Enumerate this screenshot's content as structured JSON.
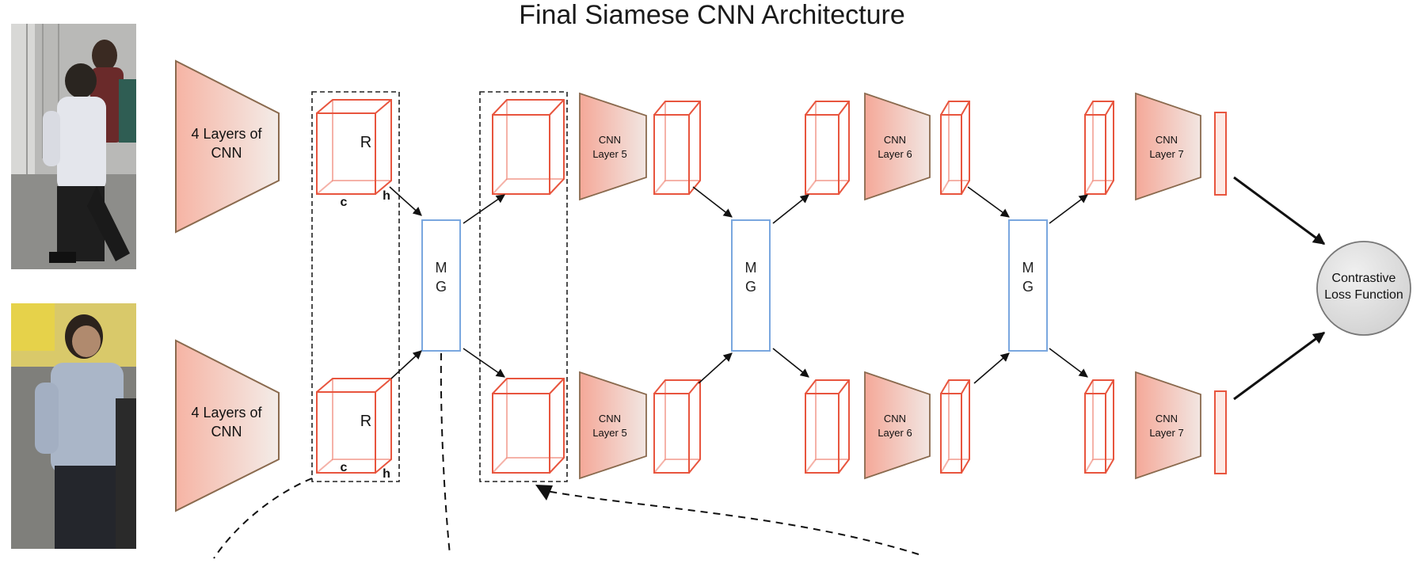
{
  "title": "Final Siamese CNN Architecture",
  "blocks": {
    "cnn4_line1": "4 Layers of",
    "cnn4_line2": "CNN",
    "cnn_word": "CNN",
    "layer5": "Layer 5",
    "layer6": "Layer 6",
    "layer7": "Layer 7",
    "mg_m": "M",
    "mg_g": "G",
    "r_label": "R",
    "c_label": "c",
    "h_label": "h",
    "loss_line1": "Contrastive",
    "loss_line2": "Loss Function"
  },
  "colors": {
    "cube_stroke": "#e8553e",
    "trap_fill_start": "#f6b4a4",
    "trap_fill_end": "#f3ece8",
    "trap_stroke": "#8a6a4e",
    "mg_stroke": "#7aa7df",
    "arrow": "#111111",
    "loss_fill": "#dcdcdc"
  }
}
